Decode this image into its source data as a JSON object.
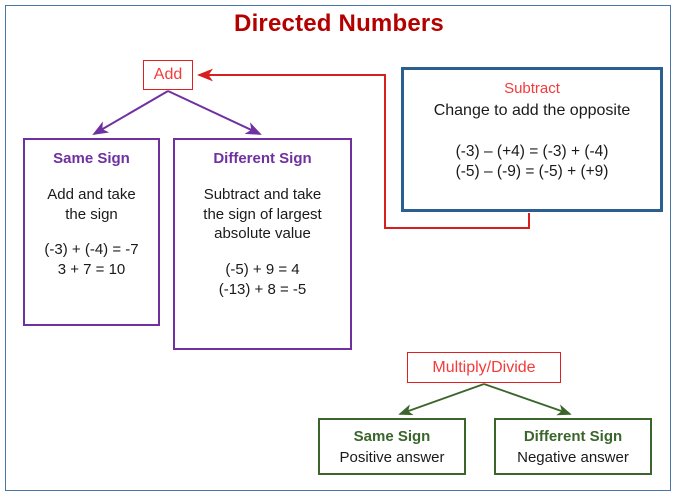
{
  "title": "Directed Numbers",
  "colors": {
    "title": "#b50000",
    "frame": "#4779a8",
    "red_node": "#f33b3b",
    "red_node_border": "#e02020",
    "purple": "#7030a0",
    "blue": "#2a5f8f",
    "green": "#3a662c",
    "text": "#1a1a1a"
  },
  "add": {
    "label": "Add"
  },
  "same_sign_add": {
    "heading": "Same Sign",
    "rule_line1": "Add and take",
    "rule_line2": "the sign",
    "eq1": "(-3) + (-4) = -7",
    "eq2": "3 + 7 = 10"
  },
  "different_sign_add": {
    "heading": "Different Sign",
    "rule_line1": "Subtract and take",
    "rule_line2": "the sign of largest",
    "rule_line3": "absolute value",
    "eq1": "(-5) + 9 = 4",
    "eq2": "(-13) + 8 = -5"
  },
  "subtract": {
    "heading": "Subtract",
    "rule": "Change to add the opposite",
    "eq1": "(-3) – (+4) = (-3) + (-4)",
    "eq2": "(-5) – (-9) = (-5) + (+9)"
  },
  "multiply_divide": {
    "label": "Multiply/Divide"
  },
  "same_sign_md": {
    "heading": "Same Sign",
    "body": "Positive answer"
  },
  "different_sign_md": {
    "heading": "Different Sign",
    "body": "Negative answer"
  }
}
